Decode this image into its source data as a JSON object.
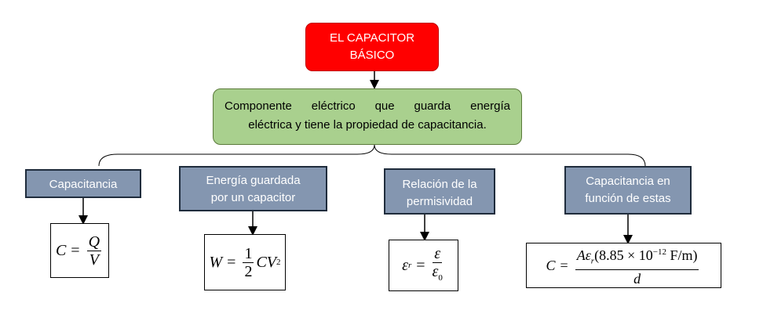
{
  "title": {
    "line1": "EL CAPACITOR",
    "line2": "BÁSICO"
  },
  "definition": {
    "line1": "Componente eléctrico que guarda energía",
    "line2": "eléctrica y tiene la propiedad de capacitancia."
  },
  "categories": [
    {
      "label": "Capacitancia"
    },
    {
      "line1": "Energía guardada",
      "line2": "por un capacitor"
    },
    {
      "line1": "Relación de la",
      "line2": "permisividad"
    },
    {
      "line1": "Capacitancia en",
      "line2": "función de estas"
    }
  ],
  "formulas": {
    "capacitance": {
      "lhs": "C",
      "eq": "=",
      "num": "Q",
      "den": "V"
    },
    "energy": {
      "lhs": "W",
      "eq": "=",
      "num": "1",
      "den": "2",
      "rest": "CV",
      "exp": "2"
    },
    "permittivity": {
      "lhs": "ε",
      "lhs_sub": "r",
      "eq": "=",
      "num": "ε",
      "den": "ε",
      "den_sub": "0"
    },
    "geometry": {
      "lhs": "C",
      "eq": "=",
      "num_a": "Aε",
      "num_sub": "r",
      "num_b": "(8.85 × 10",
      "num_exp": "−12",
      "num_c": " F/m)",
      "den": "d"
    }
  }
}
